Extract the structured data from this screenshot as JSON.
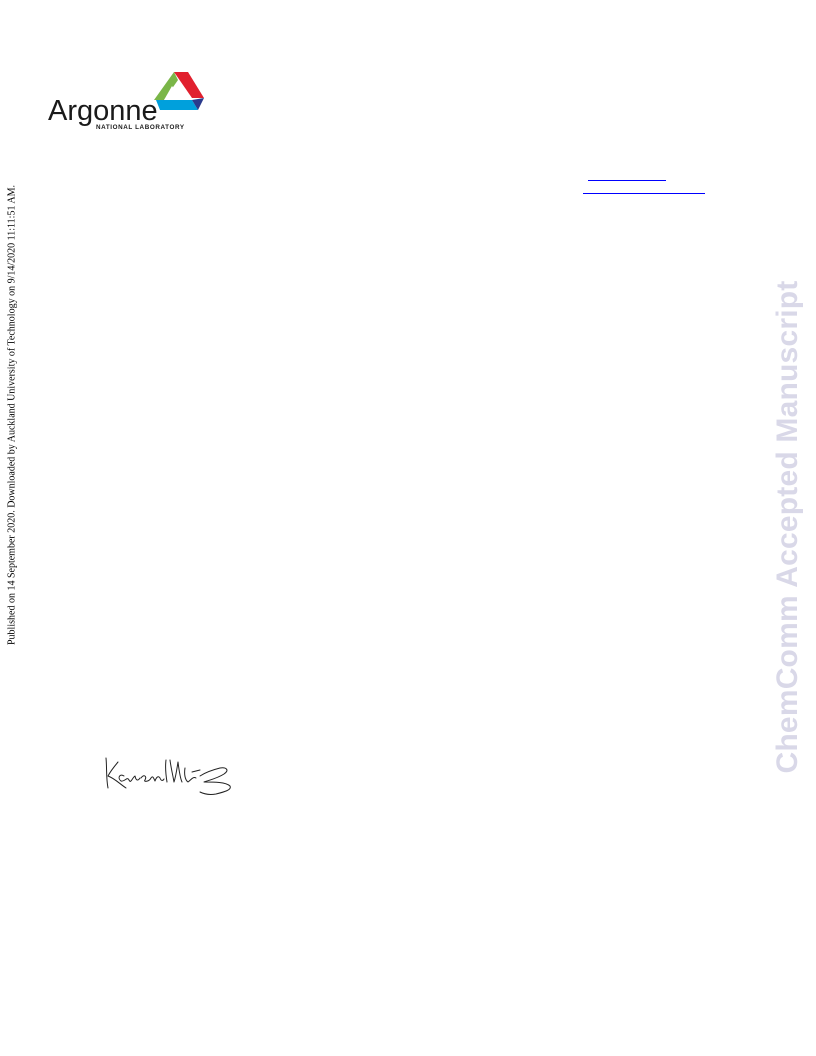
{
  "logo": {
    "wordmark": "Argonne",
    "subtitle": "NATIONAL LABORATORY",
    "colors": {
      "text": "#1a1a1a",
      "green": "#7ab648",
      "red": "#e1202e",
      "blue": "#00a0dc",
      "navy": "#2a3a8c",
      "white": "#ffffff"
    }
  },
  "side_note": {
    "text": "Published on 14 September 2020. Downloaded by Auckland University of Technology on 9/14/2020 11:11:51 AM."
  },
  "watermark": {
    "text": "ChemComm Accepted Manuscript",
    "color": "#d9d8e8"
  },
  "links": {
    "color": "#0000ff"
  },
  "signature": {
    "text": "Karen Mulfort",
    "color": "#222222"
  }
}
